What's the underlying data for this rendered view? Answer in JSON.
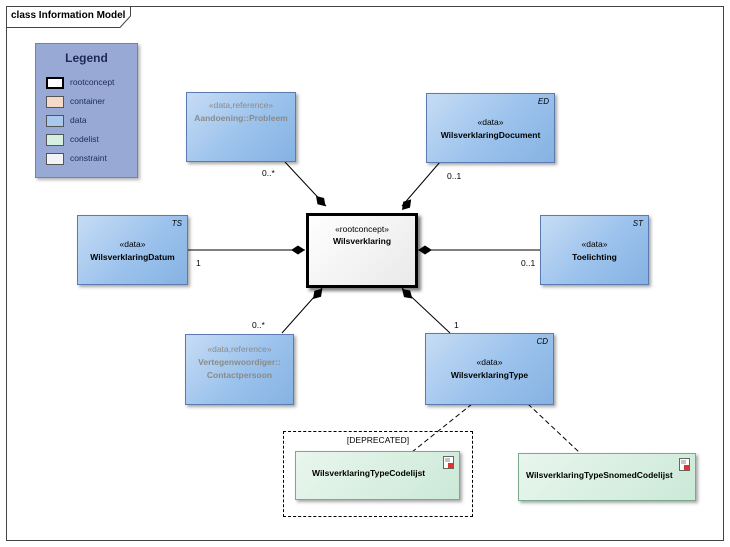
{
  "frame": {
    "title": "class Information Model"
  },
  "legend": {
    "title": "Legend",
    "items": [
      {
        "label": "rootconcept",
        "color": "#ffffff",
        "border": "#000000"
      },
      {
        "label": "container",
        "color": "#f5d9c9",
        "border": "#555555"
      },
      {
        "label": "data",
        "color": "#a9c8ee",
        "border": "#555555"
      },
      {
        "label": "codelist",
        "color": "#d5efe0",
        "border": "#555555"
      },
      {
        "label": "constraint",
        "color": "#f2f2f7",
        "border": "#555555"
      }
    ]
  },
  "nodes": {
    "root": {
      "stereotype": "«rootconcept»",
      "name": "Wilsverklaring"
    },
    "aandoening": {
      "stereotype": "«data,reference»",
      "name": "Aandoening::Probleem"
    },
    "document": {
      "stereotype": "«data»",
      "name": "WilsverklaringDocument",
      "tag": "ED"
    },
    "datum": {
      "stereotype": "«data»",
      "name": "WilsverklaringDatum",
      "tag": "TS"
    },
    "toelichting": {
      "stereotype": "«data»",
      "name": "Toelichting",
      "tag": "ST"
    },
    "vertegenwoordiger": {
      "stereotype": "«data,reference»",
      "name1": "Vertegenwoordiger::",
      "name2": "Contactpersoon"
    },
    "type": {
      "stereotype": "«data»",
      "name": "WilsverklaringType",
      "tag": "CD"
    },
    "codelijst": {
      "name": "WilsverklaringTypeCodelijst"
    },
    "snomed": {
      "name": "WilsverklaringTypeSnomedCodelijst"
    }
  },
  "deprecated_label": "[DEPRECATED]",
  "multiplicities": {
    "aandoening": "0..*",
    "document": "0..1",
    "datum": "1",
    "toelichting": "0..1",
    "vertegenwoordiger": "0..*",
    "type": "1"
  },
  "colors": {
    "data_fill": "#9bc2ec",
    "codelist_fill": "#cbe9d7",
    "legend_bg": "#99a9d6"
  }
}
